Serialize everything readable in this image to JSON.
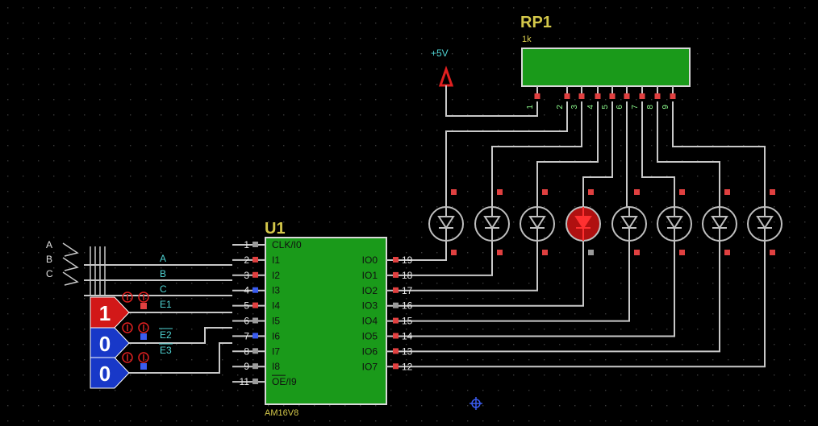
{
  "colors": {
    "background": "#000000",
    "grid_dot": "#3a3a3a",
    "wire": "#c8c8c8",
    "chip_fill": "#1a9a1a",
    "pin_red": "#e04040",
    "pin_blue": "#3a5cf0",
    "pin_gray": "#9a9a9a",
    "led_on": "#b01010",
    "led_off": "#bfbfbf",
    "title": "#d4c84a",
    "net_label": "#4fd3d3",
    "state_high": "#d21818",
    "state_low": "#1838c8"
  },
  "resistor": {
    "ref": "RP1",
    "value": "1k",
    "pins": [
      "1",
      "2",
      "3",
      "4",
      "5",
      "6",
      "7",
      "8",
      "9"
    ]
  },
  "power": {
    "label": "+5V"
  },
  "chip": {
    "ref": "U1",
    "part": "AM16V8",
    "left_pins": [
      {
        "num": "1",
        "name": "CLK/I0"
      },
      {
        "num": "2",
        "name": "I1"
      },
      {
        "num": "3",
        "name": "I2"
      },
      {
        "num": "4",
        "name": "I3"
      },
      {
        "num": "5",
        "name": "I4"
      },
      {
        "num": "6",
        "name": "I5"
      },
      {
        "num": "7",
        "name": "I6"
      },
      {
        "num": "8",
        "name": "I7"
      },
      {
        "num": "9",
        "name": "I8"
      },
      {
        "num": "11",
        "name": "OE/I9"
      }
    ],
    "right_pins": [
      {
        "num": "19",
        "name": "IO0"
      },
      {
        "num": "18",
        "name": "IO1"
      },
      {
        "num": "17",
        "name": "IO2"
      },
      {
        "num": "16",
        "name": "IO3"
      },
      {
        "num": "15",
        "name": "IO4"
      },
      {
        "num": "14",
        "name": "IO5"
      },
      {
        "num": "13",
        "name": "IO6"
      },
      {
        "num": "12",
        "name": "IO7"
      }
    ]
  },
  "inputs": {
    "bus_labels": [
      "A",
      "B",
      "C"
    ],
    "net_labels": [
      "A",
      "B",
      "C",
      "E1",
      "E2",
      "E3"
    ],
    "logic_states": [
      "1",
      "0",
      "0"
    ]
  },
  "leds": {
    "count": 8,
    "lit_index": 3
  }
}
